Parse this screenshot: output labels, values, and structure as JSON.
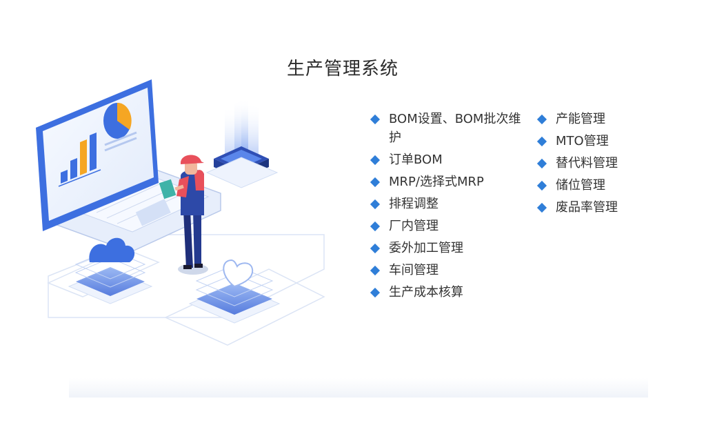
{
  "slide": {
    "title": "生产管理系统",
    "left_features": [
      "BOM设置、BOM批次维护",
      "订单BOM",
      "MRP/选择式MRP",
      "排程调整",
      "厂内管理",
      "委外加工管理",
      "车间管理",
      "生产成本核算"
    ],
    "right_features": [
      "产能管理",
      "MTO管理",
      "替代料管理",
      "储位管理",
      "废品率管理"
    ]
  },
  "colors": {
    "bullet": "#2f7ed8",
    "primary_blue": "#3d6fe0",
    "accent_orange": "#f5a623",
    "light_blue": "#dfe9fb"
  },
  "illustration": {
    "icons": [
      "laptop-icon",
      "bar-chart-icon",
      "pie-chart-icon",
      "worker-icon",
      "server-icon",
      "cloud-icon",
      "heart-icon"
    ]
  }
}
